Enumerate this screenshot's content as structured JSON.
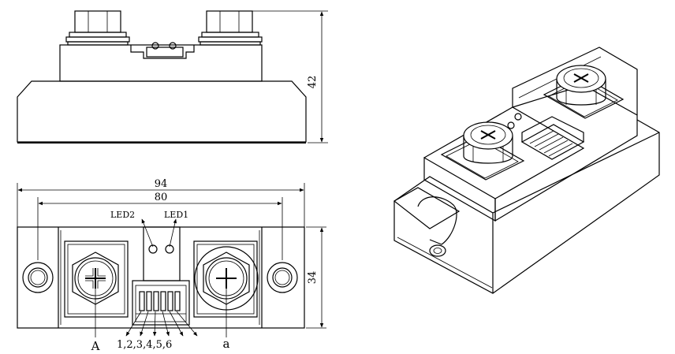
{
  "dimensions": {
    "height": "42",
    "width_overall": "94",
    "width_holes": "80",
    "depth": "34"
  },
  "leds": {
    "led2": "LED2",
    "led1": "LED1"
  },
  "terminals": {
    "left": "A",
    "right": "a",
    "control_pins": "1,2,3,4,5,6"
  }
}
